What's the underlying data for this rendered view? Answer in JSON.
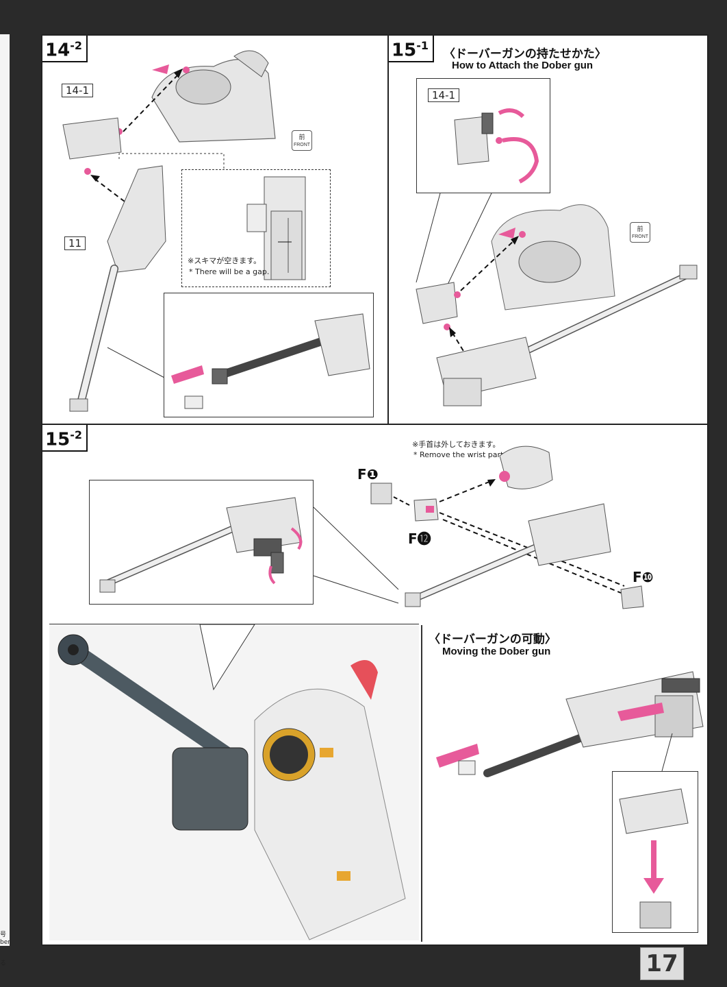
{
  "page_number": "17",
  "step_14_2": {
    "label": "14",
    "sub": "-2",
    "part_14_1": "14-1",
    "part_11": "11",
    "front_icon": "FRONT",
    "gap_note_jp": "※スキマが空きます。",
    "gap_note_en": "* There will be a gap."
  },
  "step_15_1": {
    "label": "15",
    "sub": "-1",
    "title_jp": "〈ドーバーガンの持たせかた〉",
    "title_en": "How to Attach the Dober gun",
    "part_14_1": "14-1",
    "front_icon": "FRONT"
  },
  "step_15_2": {
    "label": "15",
    "sub": "-2",
    "wrist_note_jp": "※手首は外しておきます。",
    "wrist_note_en": "* Remove the wrist part.",
    "parts": [
      "F❶",
      "F⓬",
      "F❿"
    ]
  },
  "moving": {
    "title_jp": "〈ドーバーガンの可動〉",
    "title_en": "Moving the Dober gun"
  },
  "left_edge": {
    "line1": "号",
    "line2": "ber",
    "line3": "る"
  },
  "colors": {
    "arrow_pink": "#e75a9a",
    "part_gray": "#d8d8d8",
    "dark_part": "#6a6a6a",
    "frame": "#222222"
  }
}
